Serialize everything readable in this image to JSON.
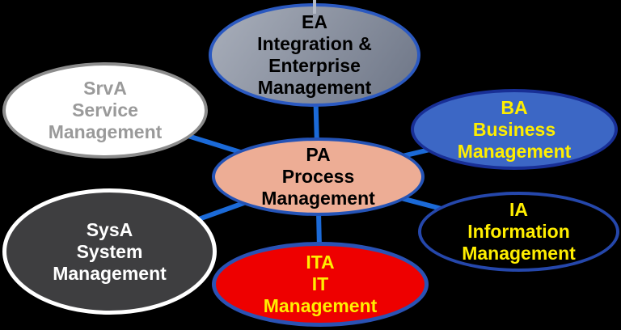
{
  "colors": {
    "background": "#000000",
    "connector": "#1b6ad8",
    "stub": "#b4bac6",
    "ea-fill-light": "#a9afbb",
    "ea-fill-dark": "#6d7586",
    "ea-border": "#2b59c0",
    "ea-text": "#000000",
    "srva-fill": "#ffffff",
    "srva-border": "#8c8c8c",
    "srva-text": "#9a9a9a",
    "sysa-fill": "#3e3e40",
    "sysa-border": "#ffffff",
    "sysa-text": "#ffffff",
    "pa-fill": "#edad95",
    "pa-border": "#2453b6",
    "pa-text": "#000000",
    "ba-fill": "#3c67c5",
    "ba-border": "#182f96",
    "ba-text": "#ffee00",
    "ia-fill": "#000000",
    "ia-border": "#2547ab",
    "ia-text": "#ffee00",
    "ita-fill": "#ee0000",
    "ita-border": "#2a52b4",
    "ita-text": "#ffee00"
  },
  "nodes": {
    "ea": {
      "lines": [
        "EA",
        "Integration &",
        "Enterprise",
        "Management"
      ]
    },
    "srva": {
      "lines": [
        "SrvA",
        "Service",
        "Management"
      ]
    },
    "sysa": {
      "lines": [
        "SysA",
        "System",
        "Management"
      ]
    },
    "pa": {
      "lines": [
        "PA",
        "Process",
        "Management"
      ]
    },
    "ba": {
      "lines": [
        "BA",
        "Business",
        "Management"
      ]
    },
    "ia": {
      "lines": [
        "IA",
        "Information",
        "Management"
      ]
    },
    "ita": {
      "lines": [
        "ITA",
        "IT",
        "Management"
      ]
    }
  },
  "edges": [
    {
      "from": "PA",
      "to": "EA"
    },
    {
      "from": "PA",
      "to": "SrvA"
    },
    {
      "from": "PA",
      "to": "SysA"
    },
    {
      "from": "PA",
      "to": "BA"
    },
    {
      "from": "PA",
      "to": "IA"
    },
    {
      "from": "PA",
      "to": "ITA"
    }
  ]
}
